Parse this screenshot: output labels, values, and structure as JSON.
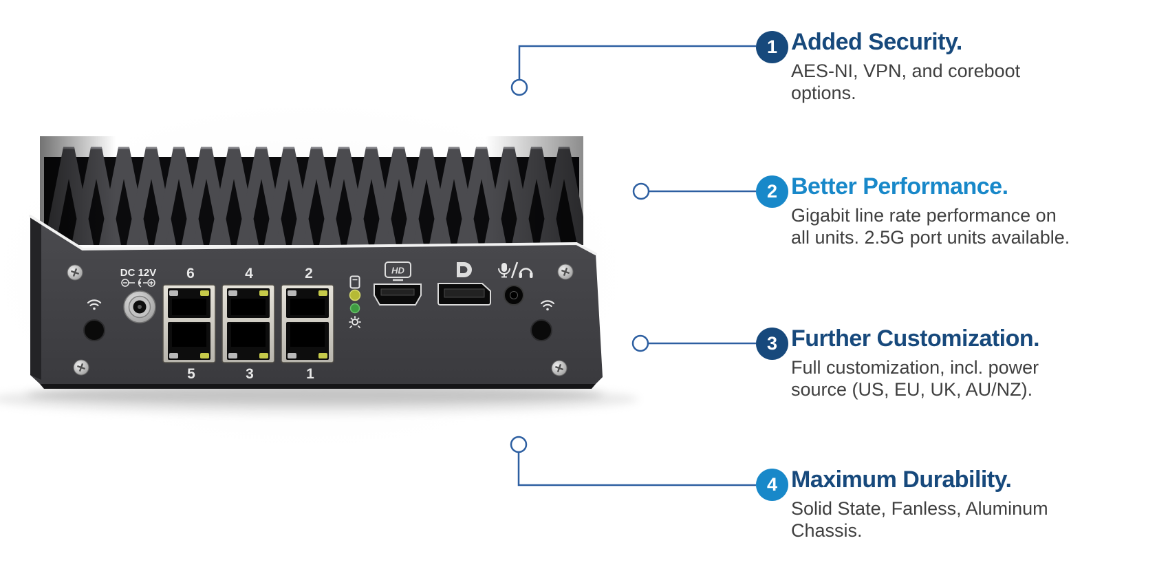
{
  "callouts": [
    {
      "number": "1",
      "title": "Added Security.",
      "body_lines": [
        "AES-NI, VPN, and coreboot",
        "options."
      ]
    },
    {
      "number": "2",
      "title": "Better Performance.",
      "body_lines": [
        "Gigabit line rate performance on",
        "all units. 2.5G port units available."
      ]
    },
    {
      "number": "3",
      "title": "Further Customization.",
      "body_lines": [
        "Full customization, incl. power",
        "source (US, EU, UK, AU/NZ)."
      ]
    },
    {
      "number": "4",
      "title": "Maximum Durability.",
      "body_lines": [
        "Solid State, Fanless, Aluminum",
        "Chassis."
      ]
    }
  ],
  "device": {
    "power_label": "DC 12V",
    "port_numbers_top": [
      "6",
      "4",
      "2"
    ],
    "port_numbers_bottom": [
      "5",
      "3",
      "1"
    ],
    "hdmi_logo": "HD",
    "icons": [
      "wifi-icon",
      "storage-icon",
      "power-led",
      "brightness-icon",
      "hdmi-logo",
      "displayport-logo",
      "mic-icon",
      "headphone-icon"
    ]
  },
  "colors": {
    "navy": "#17497c",
    "light_blue": "#1888c9",
    "connector_line": "#2d5fa1",
    "body_text": "#3f3f3f",
    "led_yellow_green": "#b6ba35",
    "led_green": "#3e9c41"
  }
}
